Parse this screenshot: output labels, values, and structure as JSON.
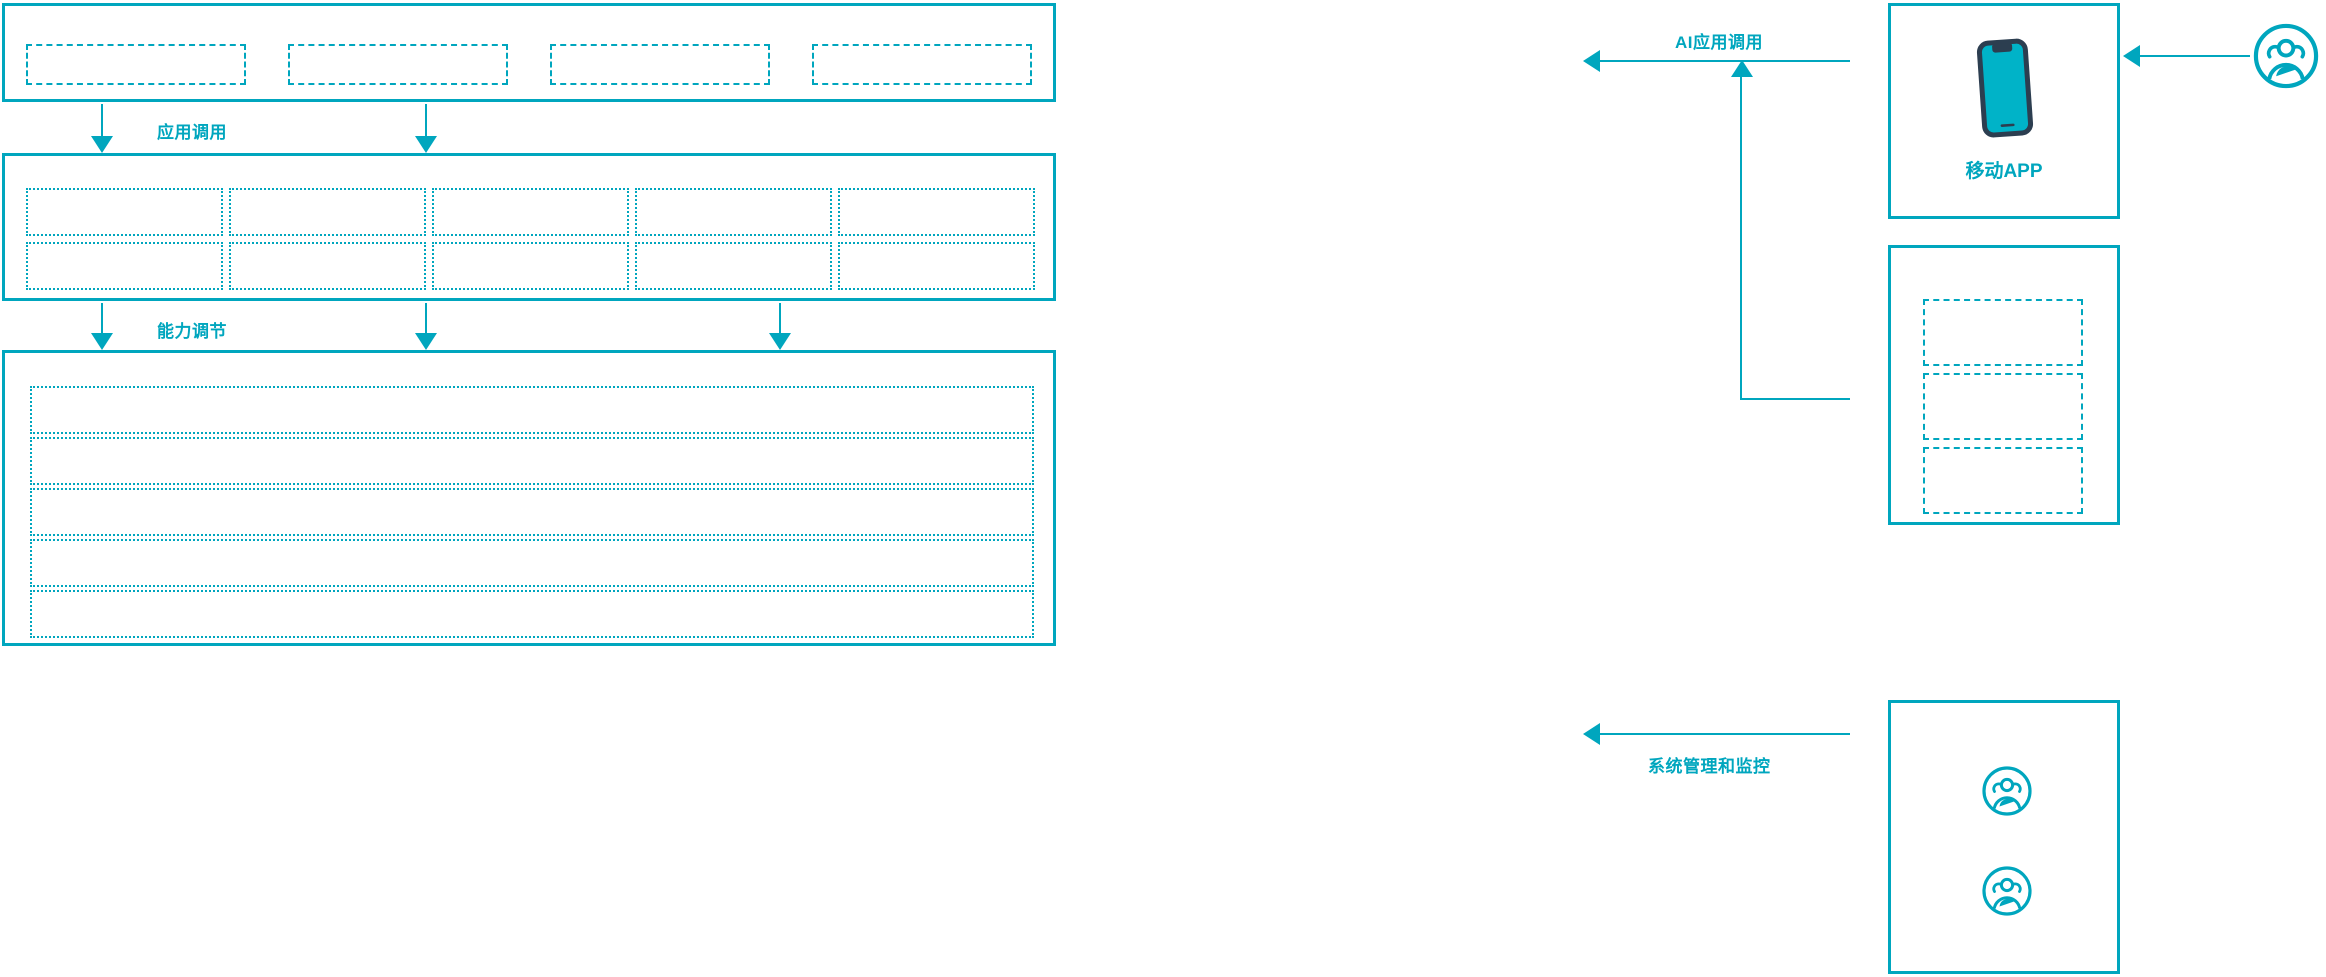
{
  "theme": {
    "accent": "#00A6BE",
    "phone_frame": "#2C3E50",
    "phone_screen": "#00B3C8",
    "background": "#FFFFFF"
  },
  "diagram": {
    "type": "architecture-layer-diagram",
    "left_stack": {
      "layers": [
        {
          "name": "application-layer",
          "boxes": [
            {
              "label": ""
            },
            {
              "label": ""
            },
            {
              "label": ""
            },
            {
              "label": ""
            }
          ]
        },
        {
          "name": "capability-layer",
          "rows": [
            [
              {
                "label": ""
              },
              {
                "label": ""
              },
              {
                "label": ""
              },
              {
                "label": ""
              },
              {
                "label": ""
              }
            ],
            [
              {
                "label": ""
              },
              {
                "label": ""
              },
              {
                "label": ""
              },
              {
                "label": ""
              },
              {
                "label": ""
              }
            ]
          ]
        },
        {
          "name": "platform-layer",
          "bars": [
            {
              "label": ""
            },
            {
              "label": ""
            },
            {
              "label": ""
            },
            {
              "label": ""
            },
            {
              "label": ""
            }
          ]
        }
      ]
    },
    "connectors": [
      {
        "id": "app-call",
        "label": "应用调用",
        "direction": "down"
      },
      {
        "id": "capability-adjust",
        "label": "能力调节",
        "direction": "down"
      },
      {
        "id": "ai-app-call",
        "label": "AI应用调用",
        "direction": "left"
      },
      {
        "id": "system-admin-monitor",
        "label": "系统管理和监控",
        "direction": "left"
      }
    ],
    "right_panels": [
      {
        "name": "mobile-app-panel",
        "caption": "移动APP",
        "icon": "smartphone-icon"
      },
      {
        "name": "channel-panel",
        "caption": "",
        "boxes": [
          {
            "label": ""
          },
          {
            "label": ""
          },
          {
            "label": ""
          }
        ]
      },
      {
        "name": "operations-panel",
        "caption": "",
        "icons": [
          "user-group-icon",
          "user-group-icon"
        ]
      }
    ],
    "actors": [
      {
        "name": "end-user-actor",
        "icon": "user-group-icon"
      }
    ]
  }
}
